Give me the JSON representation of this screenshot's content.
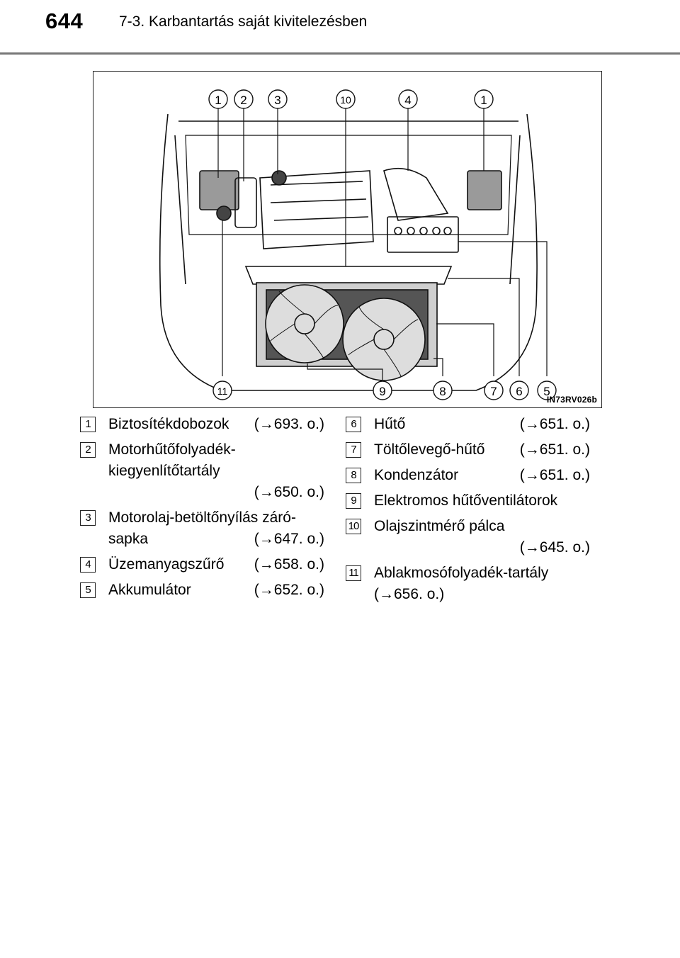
{
  "header": {
    "page_number": "644",
    "section_title": "7-3. Karbantartás saját kivitelezésben"
  },
  "figure": {
    "code": "IN73RV026b",
    "callouts_top": [
      "1",
      "2",
      "3",
      "10",
      "4",
      "1"
    ],
    "callouts_bottom": [
      "11",
      "9",
      "8",
      "7",
      "6",
      "5"
    ]
  },
  "legend_left": [
    {
      "num": "1",
      "lines": [
        "Biztosítékdobozok"
      ],
      "ref": "(→693. o.)"
    },
    {
      "num": "2",
      "lines": [
        "Motorhűtőfolyadék-",
        "kiegyenlítőtartály"
      ],
      "ref": "(→650. o.)"
    },
    {
      "num": "3",
      "lines": [
        "Motorolaj-betöltőnyílás záró-",
        "sapka"
      ],
      "ref": "(→647. o.)"
    },
    {
      "num": "4",
      "lines": [
        "Üzemanyagszűrő"
      ],
      "ref": "(→658. o.)"
    },
    {
      "num": "5",
      "lines": [
        "Akkumulátor"
      ],
      "ref": "(→652. o.)"
    }
  ],
  "legend_right": [
    {
      "num": "6",
      "lines": [
        "Hűtő"
      ],
      "ref": "(→651. o.)"
    },
    {
      "num": "7",
      "lines": [
        "Töltőlevegő-hűtő"
      ],
      "ref": "(→651. o.)"
    },
    {
      "num": "8",
      "lines": [
        "Kondenzátor"
      ],
      "ref": "(→651. o.)"
    },
    {
      "num": "9",
      "lines": [
        "Elektromos hűtőventilátorok"
      ],
      "ref": ""
    },
    {
      "num": "10",
      "lines": [
        "Olajszintmérő pálca"
      ],
      "ref": "(→645. o.)"
    },
    {
      "num": "11",
      "lines": [
        "Ablakmosófolyadék-tartály"
      ],
      "ref": "(→656. o.)"
    }
  ]
}
